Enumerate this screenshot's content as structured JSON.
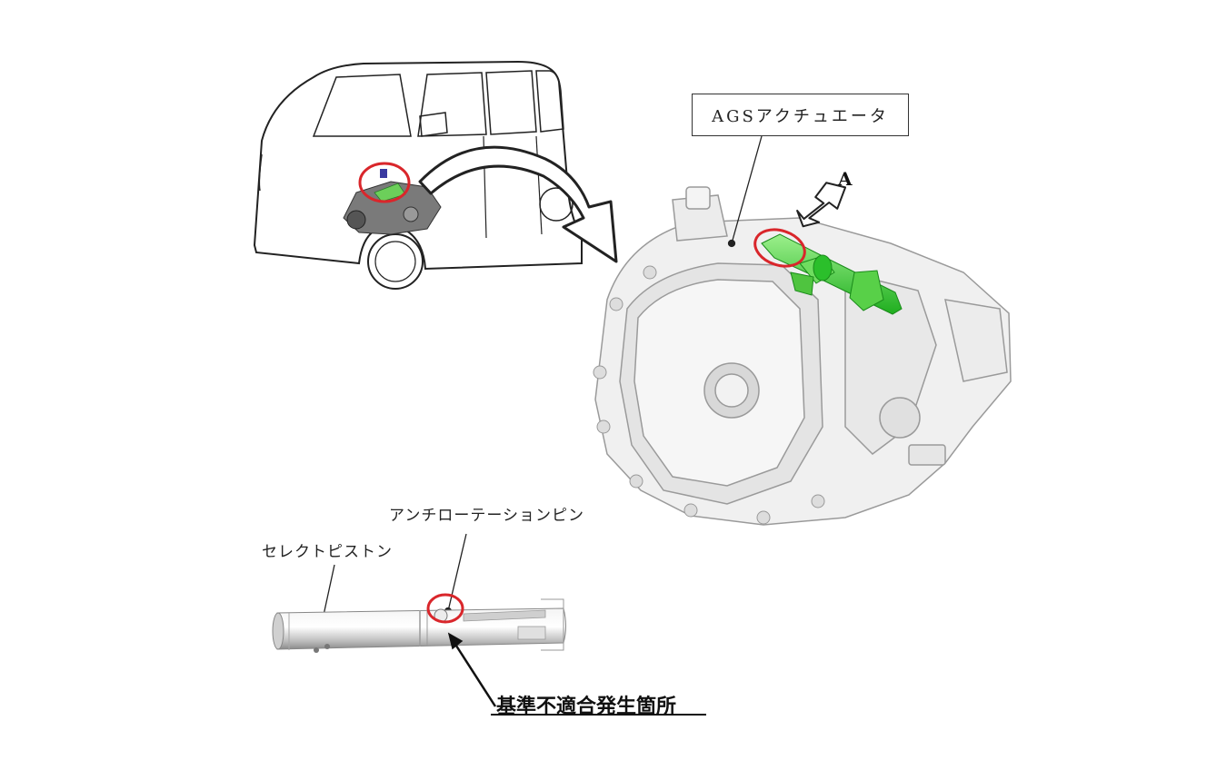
{
  "labels": {
    "ags_actuator": "AGSアクチュエータ",
    "view_a": "A",
    "anti_rotation_pin": "アンチローテーションピン",
    "select_piston": "セレクトピストン",
    "nonconformity_location": "基準不適合発生箇所"
  },
  "colors": {
    "highlight_circle": "#d9262b",
    "actuator_green": "#33cc33",
    "outline": "#222222",
    "part_gray": "#c8c8c8"
  },
  "icons": [
    "curved-arrow-icon",
    "view-direction-arrow-icon",
    "leader-line-icon"
  ]
}
